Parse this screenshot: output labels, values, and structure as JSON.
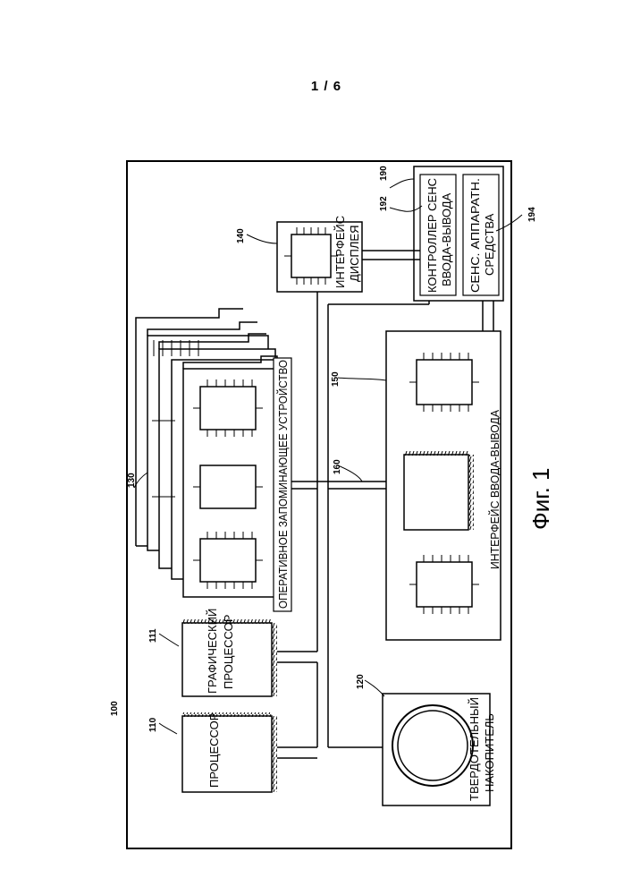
{
  "page_number": "1 / 6",
  "figure_caption": "Фиг. 1",
  "refs": {
    "system": "100",
    "cpu": "110",
    "gpu": "111",
    "ssd": "120",
    "ram": "130",
    "display_if": "140",
    "io_if": "150",
    "bus": "160",
    "touch_block": "190",
    "touch_ctrl": "192",
    "touch_hw": "194"
  },
  "labels": {
    "cpu": "ПРОЦЕССОР",
    "gpu_line1": "ГРАФИЧЕСКИЙ",
    "gpu_line2": "ПРОЦЕССОР",
    "ssd_line1": "ТВЕРДОТЕЛЬНЫЙ",
    "ssd_line2": "НАКОПИТЕЛЬ",
    "ram": "ОПЕРАТИВНОЕ ЗАПОМИНАЮЩЕЕ УСТРОЙСТВО",
    "io": "ИНТЕРФЕЙС ВВОДА-ВЫВОДА",
    "display_line1": "ИНТЕРФЕЙС",
    "display_line2": "ДИСПЛЕЯ",
    "touch_ctrl_line1": "КОНТРОЛЛЕР СЕНС",
    "touch_ctrl_line2": "ВВОДА-ВЫВОДА",
    "touch_hw_line1": "СЕНС. АППАРАТН.",
    "touch_hw_line2": "СРЕДСТВА"
  }
}
